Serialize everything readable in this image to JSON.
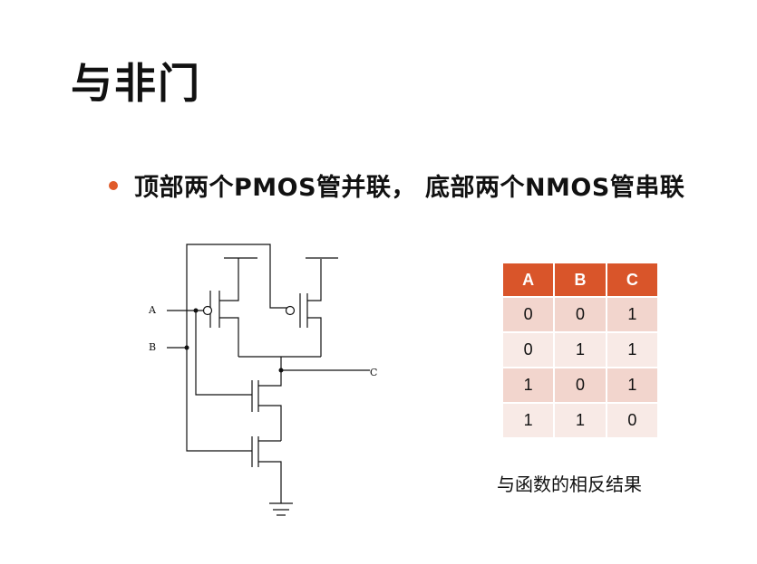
{
  "title": "与非门",
  "bullet": "顶部两个PMOS管并联， 底部两个NMOS管串联",
  "circuit": {
    "label_a": "A",
    "label_b": "B",
    "label_c": "C"
  },
  "table": {
    "headers": [
      "A",
      "B",
      "C"
    ],
    "rows": [
      [
        "0",
        "0",
        "1"
      ],
      [
        "0",
        "1",
        "1"
      ],
      [
        "1",
        "0",
        "1"
      ],
      [
        "1",
        "1",
        "0"
      ]
    ]
  },
  "caption": "与函数的相反结果",
  "colors": {
    "accent": "#d9552a",
    "row_dark": "#f2d5cd",
    "row_light": "#f8eae6"
  }
}
